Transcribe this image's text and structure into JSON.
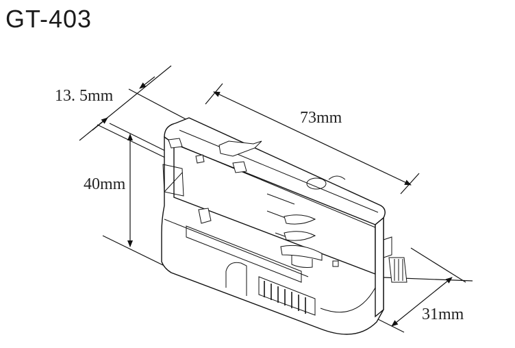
{
  "title": "GT-403",
  "dimensions": {
    "depth": {
      "label": "13. 5mm",
      "value": 13.5,
      "unit": "mm"
    },
    "length": {
      "label": "73mm",
      "value": 73,
      "unit": "mm"
    },
    "height": {
      "label": "40mm",
      "value": 40,
      "unit": "mm"
    },
    "width": {
      "label": "31mm",
      "value": 31,
      "unit": "mm"
    }
  },
  "colors": {
    "line": "#111111",
    "background": "#ffffff"
  }
}
